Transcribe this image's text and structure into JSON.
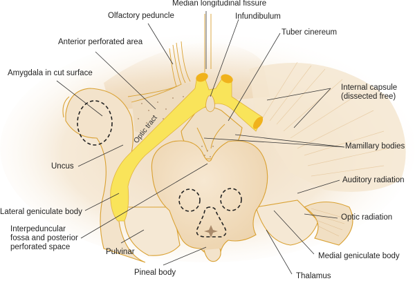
{
  "figure": {
    "subject": "Ventral view of brainstem and diencephalon showing optic pathway",
    "colors": {
      "background": "#ffffff",
      "tissue_light": "#f6ead5",
      "tissue_mid": "#efd9b8",
      "tissue_dark": "#e8c9a0",
      "midbrain": "#efd6b2",
      "optic_tract": "#f9e45a",
      "optic_tract_cut": "#f0b21c",
      "outline": "#d9a030",
      "leader_line": "#333333",
      "dashed_outline": "#222222",
      "perforation_dots": "#b89a7a"
    },
    "structure_labels": {
      "optic_tract": "Optic tract"
    }
  },
  "labels": [
    {
      "id": "median-longitudinal-fissure",
      "text": "Median longitudinal fissure"
    },
    {
      "id": "olfactory-peduncle",
      "text": "Olfactory peduncle"
    },
    {
      "id": "infundibulum",
      "text": "Infundibulum"
    },
    {
      "id": "tuber-cinereum",
      "text": "Tuber cinereum"
    },
    {
      "id": "anterior-perforated-area",
      "text": "Anterior perforated area"
    },
    {
      "id": "amygdala",
      "text": "Amygdala in cut surface"
    },
    {
      "id": "internal-capsule",
      "text": "Internal capsule\n(dissected free)"
    },
    {
      "id": "mamillary-bodies",
      "text": "Mamillary bodies"
    },
    {
      "id": "uncus",
      "text": "Uncus"
    },
    {
      "id": "auditory-radiation",
      "text": "Auditory radiation"
    },
    {
      "id": "lateral-geniculate-body",
      "text": "Lateral geniculate body"
    },
    {
      "id": "optic-radiation",
      "text": "Optic radiation"
    },
    {
      "id": "interpeduncular-fossa",
      "text": "Interpeduncular\nfossa and posterior\nperforated space"
    },
    {
      "id": "pulvinar",
      "text": "Pulvinar"
    },
    {
      "id": "medial-geniculate-body",
      "text": "Medial geniculate body"
    },
    {
      "id": "pineal-body",
      "text": "Pineal body"
    },
    {
      "id": "thalamus",
      "text": "Thalamus"
    }
  ]
}
